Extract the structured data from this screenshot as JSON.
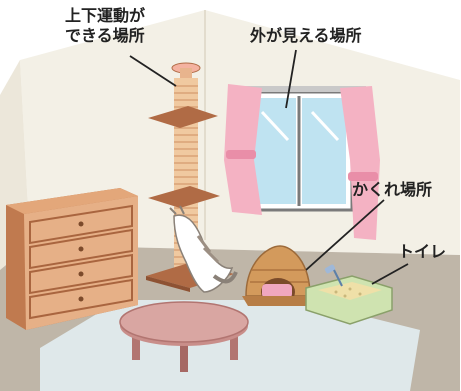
{
  "labels": {
    "vertical_exercise": [
      "上下運動が",
      "できる場所"
    ],
    "view_outside": "外が見える場所",
    "hiding_place": "かくれ場所",
    "toilet": "トイレ"
  },
  "colors": {
    "wall": "#f3f0e6",
    "floor": "#bfb6a8",
    "rug": "#dfe8ea",
    "wood": "#b06b45",
    "wood_light": "#e3a77a",
    "rope": "#f0c9a0",
    "curtain": "#f4b2c3",
    "window_glass": "#bfe3f1",
    "table": "#c98e8a",
    "bed": "#d39a5c",
    "litter_tray": "#cfe3b0",
    "callout_line": "#222222"
  },
  "icons": {
    "cat": "cat-illustration",
    "cat_tree": "cat-tree-illustration",
    "window": "window-illustration",
    "dresser": "dresser-illustration",
    "table": "table-illustration",
    "cat_bed": "cat-bed-illustration",
    "litter_box": "litter-box-illustration"
  }
}
